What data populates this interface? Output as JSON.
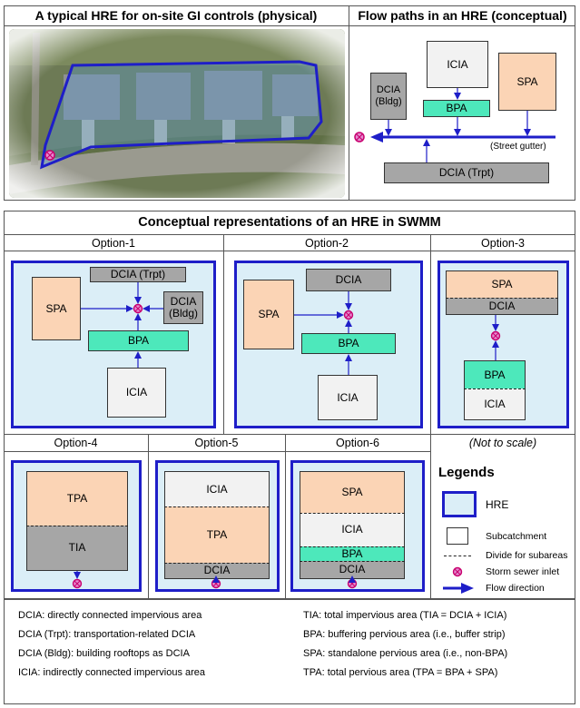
{
  "top": {
    "physical_title": "A typical HRE for on-site GI controls (physical)",
    "conceptual_title": "Flow paths in an HRE (conceptual)",
    "flow": {
      "icia": "ICIA",
      "dcia_bldg": "DCIA\n(Bldg)",
      "spa": "SPA",
      "bpa": "BPA",
      "street_gutter": "(Street gutter)",
      "dcia_trpt": "DCIA (Trpt)"
    }
  },
  "swmm": {
    "title": "Conceptual representations of an HRE in SWMM",
    "options": [
      "Option-1",
      "Option-2",
      "Option-3",
      "Option-4",
      "Option-5",
      "Option-6"
    ],
    "not_to_scale": "(Not to scale)",
    "opt1": {
      "dcia_trpt": "DCIA (Trpt)",
      "dcia_bldg": "DCIA\n(Bldg)",
      "spa": "SPA",
      "bpa": "BPA",
      "icia": "ICIA"
    },
    "opt2": {
      "dcia": "DCIA",
      "spa": "SPA",
      "bpa": "BPA",
      "icia": "ICIA"
    },
    "opt3": {
      "spa": "SPA",
      "dcia": "DCIA",
      "bpa": "BPA",
      "icia": "ICIA"
    },
    "opt4": {
      "tpa": "TPA",
      "tia": "TIA"
    },
    "opt5": {
      "icia": "ICIA",
      "tpa": "TPA",
      "dcia": "DCIA"
    },
    "opt6": {
      "spa": "SPA",
      "icia": "ICIA",
      "bpa": "BPA",
      "dcia": "DCIA"
    },
    "legends": {
      "title": "Legends",
      "hre": "HRE",
      "subcatchment": "Subcatchment",
      "divide": "Divide for subareas",
      "inlet": "Storm sewer inlet",
      "flow": "Flow direction"
    }
  },
  "definitions": {
    "left": [
      "DCIA: directly connected impervious area",
      "DCIA (Trpt): transportation-related DCIA",
      "DCIA (Bldg): building rooftops as DCIA",
      "ICIA: indirectly connected impervious area"
    ],
    "right": [
      "TIA: total impervious area (TIA = DCIA + ICIA)",
      "BPA: buffering pervious area (i.e., buffer strip)",
      "SPA: standalone pervious area (i.e., non-BPA)",
      "TPA: total pervious area (TPA = BPA + SPA)"
    ]
  },
  "colors": {
    "hre_border": "#1e1ec8",
    "hre_fill": "#dbeef7",
    "dcia": "#a6a6a6",
    "spa": "#fbd4b5",
    "bpa": "#4de8bb",
    "icia": "#f2f2f2",
    "inlet": "#c8006e"
  }
}
